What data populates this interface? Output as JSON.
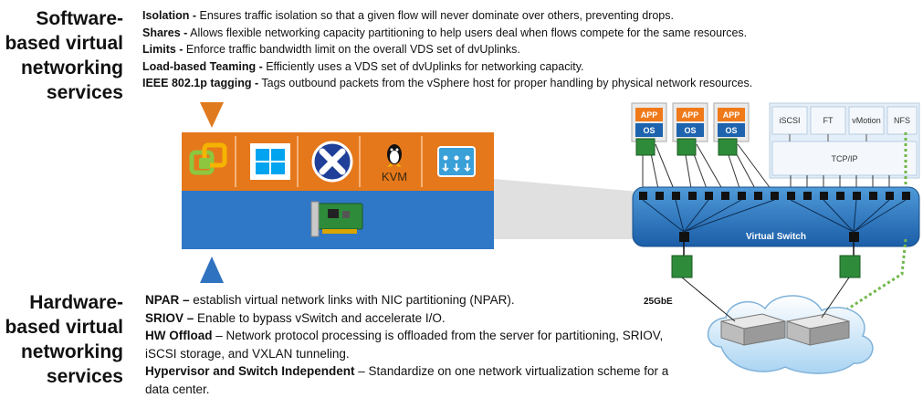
{
  "software": {
    "heading": [
      "Software-",
      "based virtual",
      "networking",
      "services"
    ],
    "items": [
      {
        "term": "Isolation -",
        "text": " Ensures traffic isolation so that a given flow will never dominate over others, preventing drops."
      },
      {
        "term": "Shares -",
        "text": " Allows flexible networking capacity partitioning to help users deal when flows compete for the same resources."
      },
      {
        "term": "Limits -",
        "text": " Enforce traffic bandwidth limit on the overall VDS set of dvUplinks."
      },
      {
        "term": "Load-based Teaming -",
        "text": " Efficiently uses a VDS set of dvUplinks for networking capacity."
      },
      {
        "term": "IEEE 802.1p tagging -",
        "text": " Tags outbound packets from the vSphere host for proper handling by physical network resources."
      }
    ]
  },
  "hardware": {
    "heading": [
      "Hardware-",
      "based virtual",
      "networking",
      "services"
    ],
    "items": [
      {
        "term": "NPAR –",
        "text": " establish virtual network links with NIC partitioning (NPAR)."
      },
      {
        "term": "SRIOV –",
        "text": " Enable to bypass vSwitch and accelerate I/O."
      },
      {
        "term": "HW Offload",
        "text": " – Network protocol processing is offloaded from the server for partitioning, SRIOV,"
      },
      {
        "term": "",
        "text": "iSCSI storage, and VXLAN tunneling."
      },
      {
        "term": "Hypervisor and Switch Independent",
        "text": " – Standardize on one network virtualization scheme for a"
      },
      {
        "term": "",
        "text": "data center."
      }
    ]
  },
  "hypervisor_icons": [
    "vmware-icon",
    "windows-icon",
    "xen-icon",
    "kvm-icon",
    "hyperv-icon"
  ],
  "kvm_label": "KVM",
  "vm_boxes": [
    {
      "top": "APP",
      "bottom": "OS"
    },
    {
      "top": "APP",
      "bottom": "OS"
    },
    {
      "top": "APP",
      "bottom": "OS"
    }
  ],
  "services": [
    "iSCSI",
    "FT",
    "vMotion",
    "NFS"
  ],
  "tcpip_label": "TCP/IP",
  "vswitch_label": "Virtual Switch",
  "speed_label": "25GbE",
  "colors": {
    "orange": "#e5781b",
    "blue": "#2f77c7",
    "vswitch": "#2a79c4",
    "vm_orange": "#f07a1a",
    "green_dash": "#72b74a"
  }
}
